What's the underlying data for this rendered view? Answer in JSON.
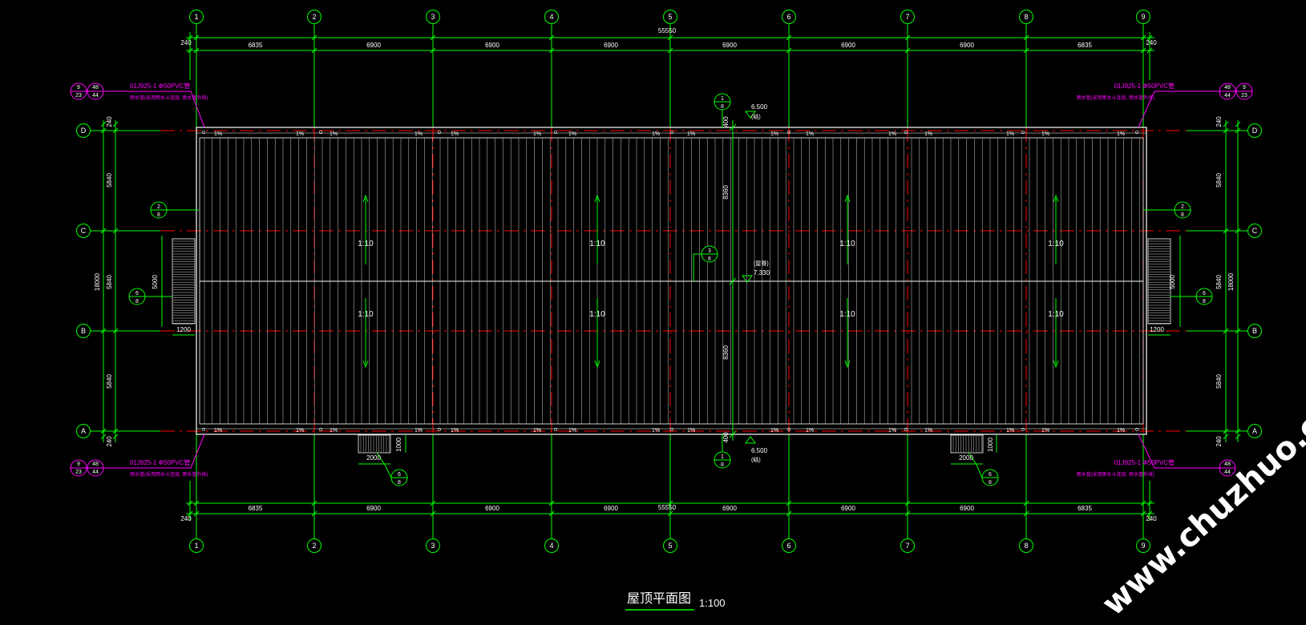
{
  "drawing": {
    "title": "屋顶平面图",
    "scale": "1:100",
    "watermark": "www.chuzhuo.com"
  },
  "grid": {
    "columns": [
      "1",
      "2",
      "3",
      "4",
      "5",
      "6",
      "7",
      "8",
      "9"
    ],
    "rows": [
      "D",
      "C",
      "B",
      "A"
    ]
  },
  "dimensions": {
    "overall_length": "55550",
    "bays": [
      "6835",
      "6900",
      "6900",
      "6900",
      "6900",
      "6900",
      "6900",
      "6835"
    ],
    "wall_offset": "240",
    "row_spacing": [
      "5840",
      "5840",
      "5840"
    ],
    "overall_width": "18000",
    "half_width": "8360",
    "edge_offset": "400",
    "canopy_depth": "5000",
    "canopy_width": "1200",
    "step_width": "2000",
    "step_depth": "1000"
  },
  "annotations": {
    "pipe_note": "01J925-1 Φ50PVC管",
    "pipe_subnote": "雨水管(采用雨水斗连接, 雨水管外排)",
    "detail_a_top": "9",
    "detail_a_bottom": "23",
    "detail_b_top": "48",
    "detail_b_bottom": "44",
    "slope_main": "1:10",
    "gutter_slope": "1%",
    "elev_ridge": "7.330",
    "elev_eave": "6.500",
    "elev_tag": "(结)",
    "ridge_tag": "(屋脊)",
    "detail_1": "1",
    "detail_2": "2",
    "detail_3": "3",
    "detail_6": "6",
    "detail_sheet": "8"
  },
  "colors": {
    "background": "#000000",
    "grid_line": "#00ff00",
    "axis_center": "#ff0000",
    "text": "#ffffff",
    "note": "#ff00ff",
    "roof_outline": "#ffffff"
  }
}
